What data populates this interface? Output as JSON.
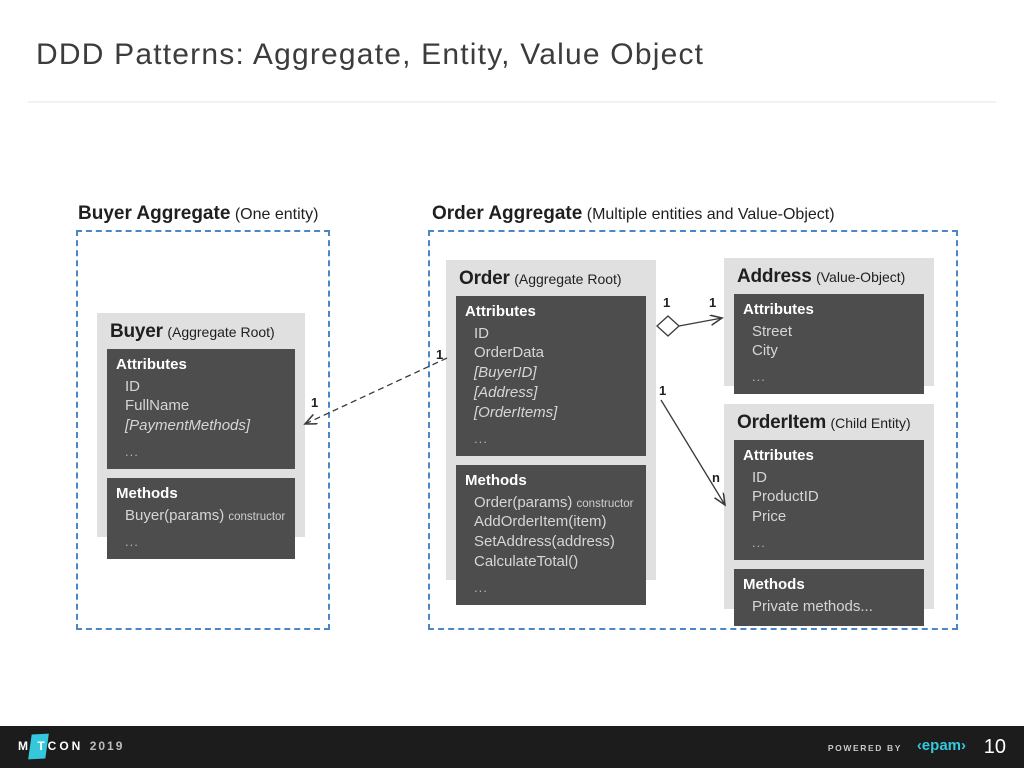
{
  "slide": {
    "title": "DDD Patterns: Aggregate, Entity, Value Object",
    "page_number": "10"
  },
  "footer": {
    "logo_pre": "M",
    "logo_post": "TCON",
    "logo_year": "2019",
    "powered_by": "POWERED BY",
    "brand": "‹epam›"
  },
  "colors": {
    "dashed_border": "#4a86c8",
    "card_bg": "#e0e0e0",
    "section_bg": "#4d4d4d",
    "accent": "#35c8dd",
    "footer_bg": "#1c1c1c"
  },
  "aggregates": [
    {
      "name": "Buyer Aggregate",
      "note": "(One entity)"
    },
    {
      "name": "Order Aggregate",
      "note": "(Multiple entities and Value-Object)"
    }
  ],
  "entities": {
    "buyer": {
      "name": "Buyer",
      "stereotype": "(Aggregate Root)",
      "sections": [
        {
          "title": "Attributes",
          "members": [
            "ID",
            "FullName",
            "[PaymentMethods]"
          ],
          "italic_members": [
            "[PaymentMethods]"
          ],
          "ellipsis": "..."
        },
        {
          "title": "Methods",
          "members": [
            "Buyer(params) constructor"
          ],
          "method_main": "Buyer(params)",
          "method_small": "constructor",
          "ellipsis": "..."
        }
      ]
    },
    "order": {
      "name": "Order",
      "stereotype": "(Aggregate Root)",
      "sections": [
        {
          "title": "Attributes",
          "members": [
            "ID",
            "OrderData",
            "[BuyerID]",
            "[Address]",
            "[OrderItems]"
          ],
          "ellipsis": "..."
        },
        {
          "title": "Methods",
          "members": [
            "Order(params) constructor",
            "AddOrderItem(item)",
            "SetAddress(address)",
            "CalculateTotal()"
          ],
          "method_main": "Order(params)",
          "method_small": "constructor",
          "ellipsis": "..."
        }
      ]
    },
    "address": {
      "name": "Address",
      "stereotype": "(Value-Object)",
      "sections": [
        {
          "title": "Attributes",
          "members": [
            "Street",
            "City"
          ],
          "ellipsis": "..."
        }
      ]
    },
    "orderitem": {
      "name": "OrderItem",
      "stereotype": "(Child Entity)",
      "sections": [
        {
          "title": "Attributes",
          "members": [
            "ID",
            "ProductID",
            "Price"
          ],
          "ellipsis": "..."
        },
        {
          "title": "Methods",
          "members": [
            "Private methods..."
          ]
        }
      ]
    }
  },
  "connectors": {
    "order_to_buyer": {
      "from_label": "1",
      "to_label": "1",
      "style": "dashed"
    },
    "order_to_address": {
      "from_label": "1",
      "to_label": "1",
      "style": "aggregation"
    },
    "order_to_orderitem": {
      "from_label": "1",
      "to_label": "n",
      "style": "solid"
    }
  }
}
